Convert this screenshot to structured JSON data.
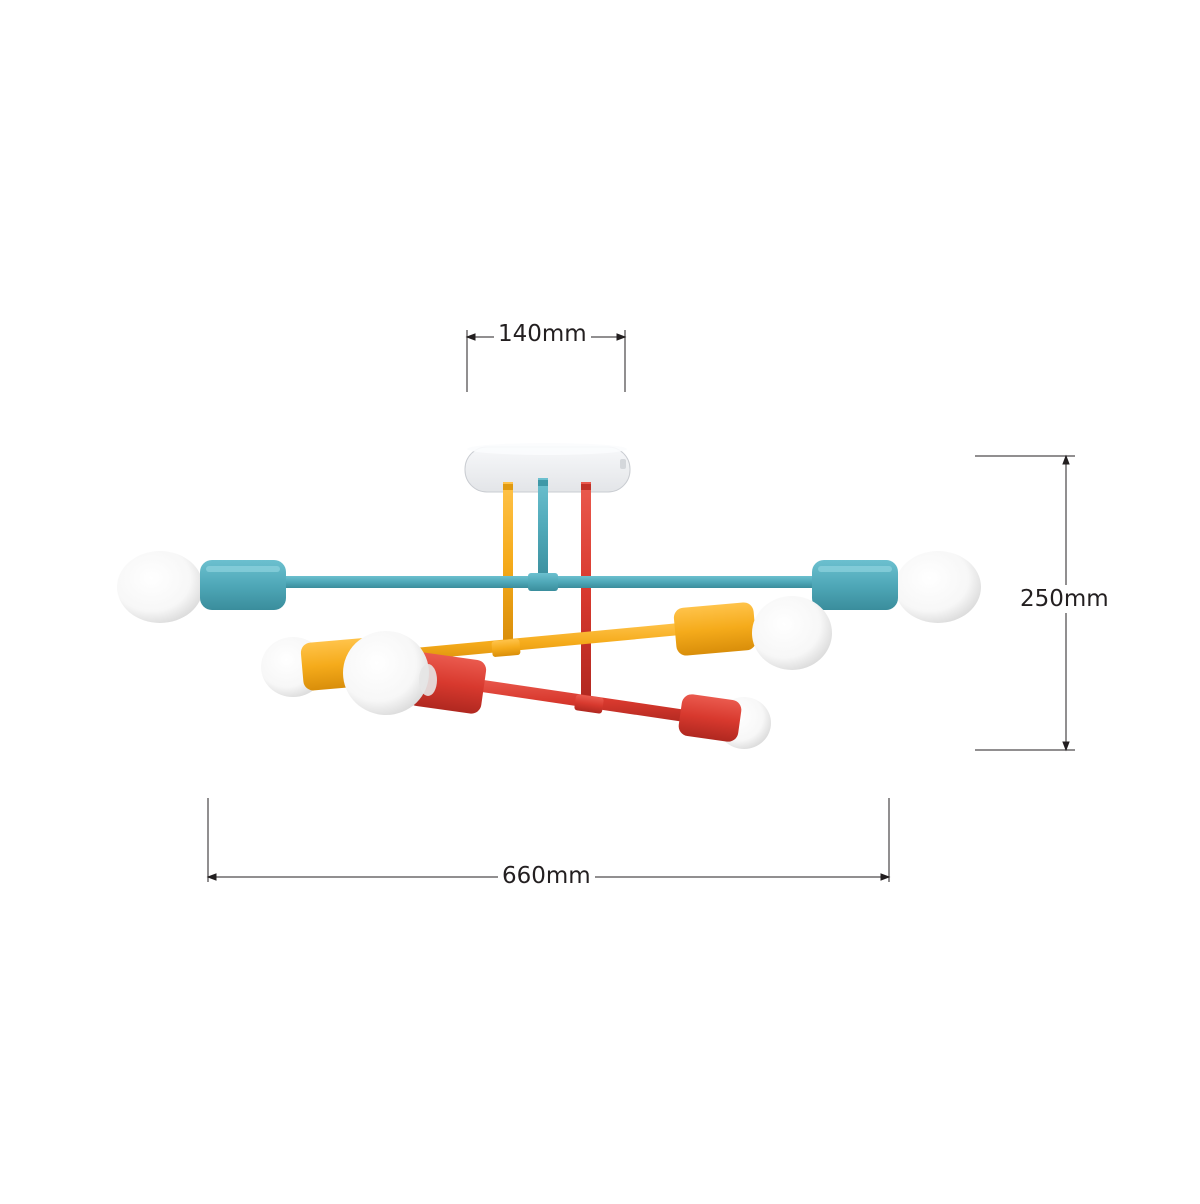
{
  "dimensions": {
    "canopy_width": "140mm",
    "height": "250mm",
    "total_width": "660mm"
  },
  "colors": {
    "turquoise": "#4fa8b8",
    "yellow": "#f5ab1b",
    "red": "#d8392e",
    "canopy": "#f2f3f5",
    "bulb": "#ffffff",
    "dimension_line": "#231f20"
  }
}
